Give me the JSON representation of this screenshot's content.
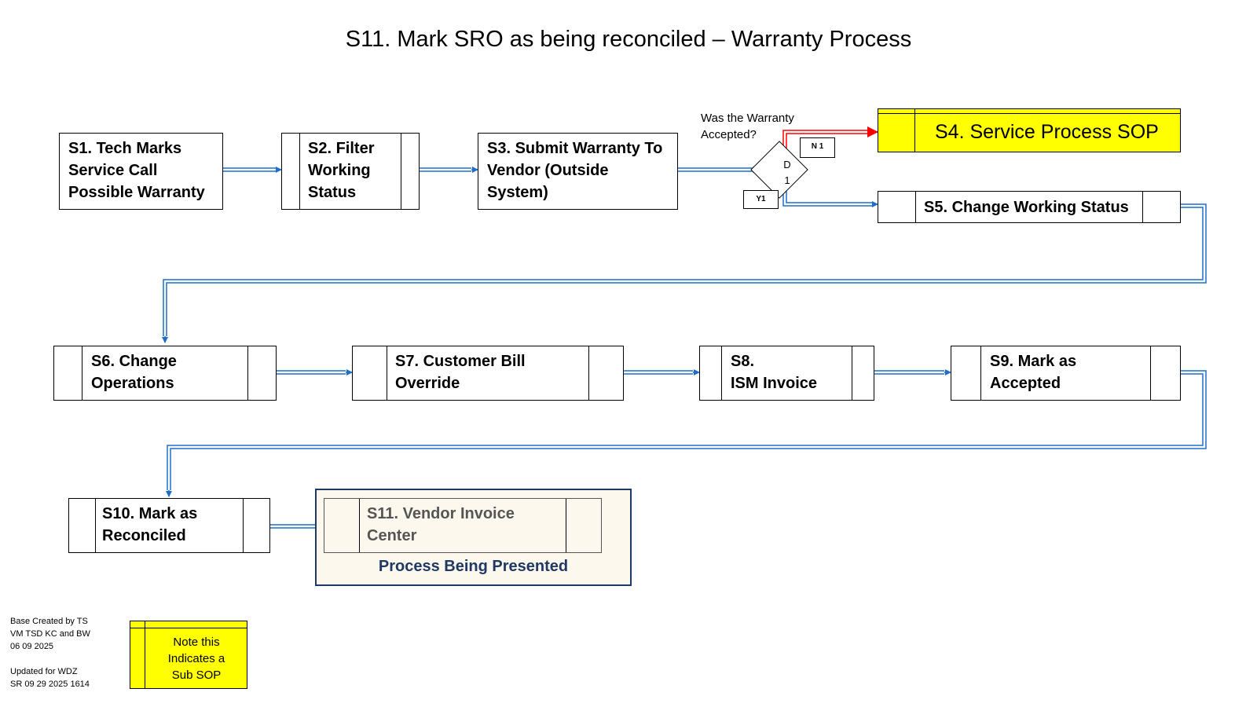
{
  "title": "S11. Mark SRO as being reconciled – Warranty Process",
  "steps": {
    "s1": "S1. Tech Marks\nService Call\nPossible Warranty",
    "s2": "S2. Filter\nWorking\nStatus",
    "s3": "S3. Submit Warranty To\nVendor (Outside\nSystem)",
    "s4": "S4. Service Process SOP",
    "s5": "S5. Change Working Status",
    "s6": "S6. Change\nOperations",
    "s7": "S7. Customer Bill\nOverride",
    "s8": "S8.\nISM Invoice",
    "s9": "S9. Mark as\nAccepted",
    "s10": "S10. Mark as\nReconciled",
    "s11": "S11. Vendor Invoice\nCenter"
  },
  "decision": {
    "question": "Was the Warranty\nAccepted?",
    "label_d": "D",
    "label_num": "1",
    "no_tag": "N 1",
    "yes_tag": "Y1"
  },
  "presented_caption": "Process Being Presented",
  "credits": "Base Created by TS\nVM TSD KC and BW\n06 09 2025\n\nUpdated for WDZ\nSR 09 29 2025 1614",
  "note": "Note this\nIndicates a\nSub SOP",
  "colors": {
    "flow_blue": "#1f6fc9",
    "no_red": "#ff0000",
    "sub_sop_yellow": "#ffff00",
    "presented_border": "#1f3864",
    "presented_fill": "#fcf8ee"
  }
}
